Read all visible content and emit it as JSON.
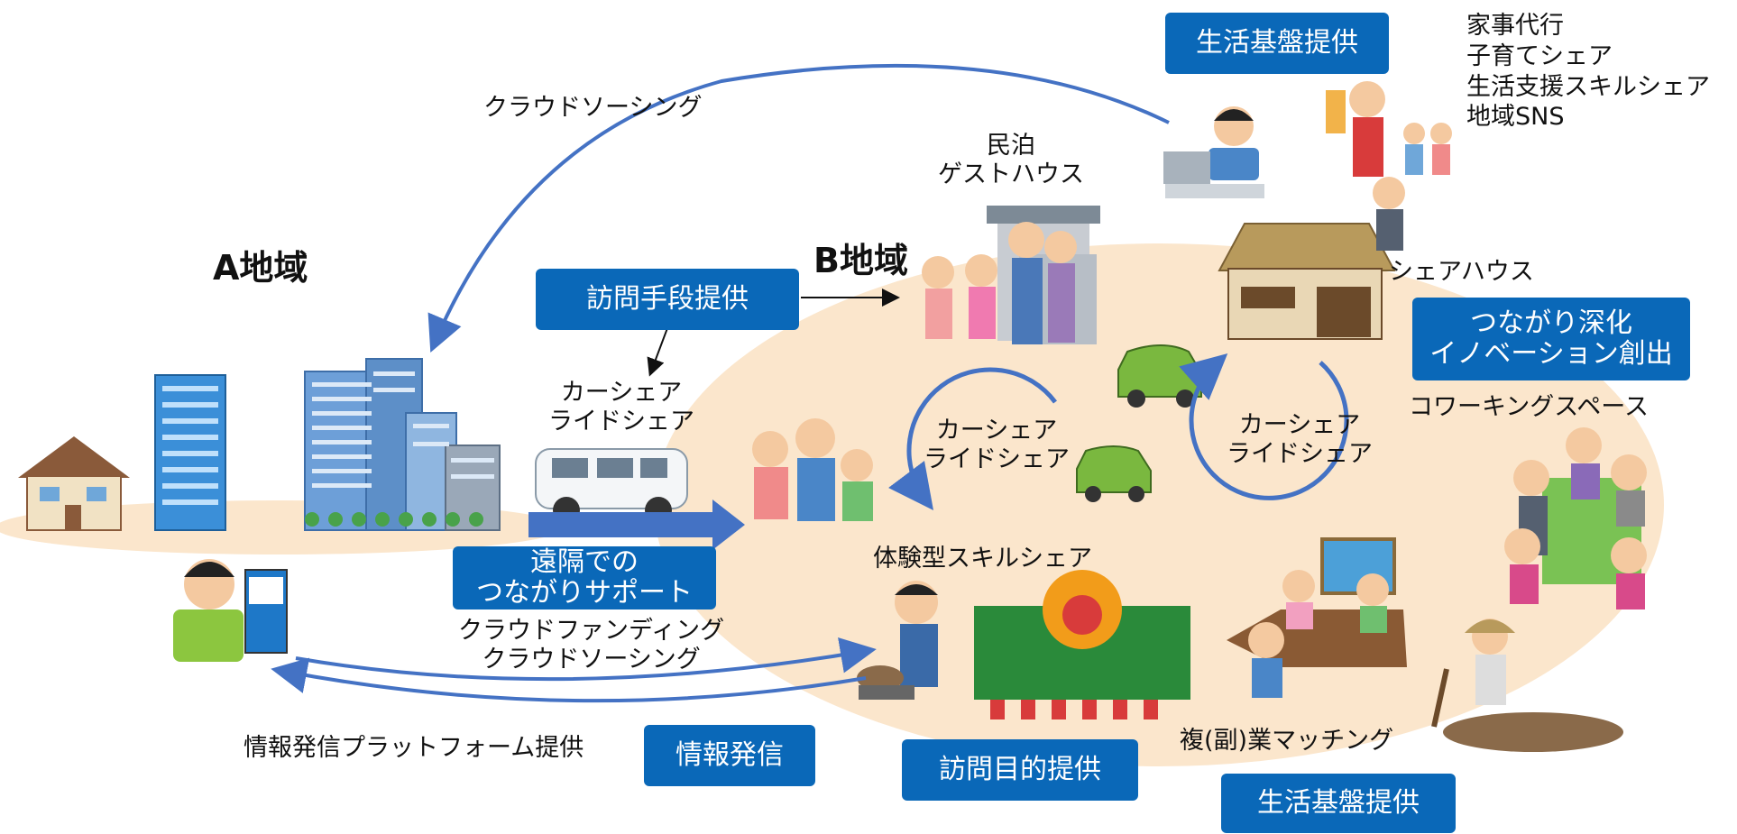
{
  "regions": {
    "a": "A地域",
    "b": "B地域"
  },
  "boxes": {
    "life_base_top": "生活基盤提供",
    "visit_means": "訪問手段提供",
    "connection": "つながり深化\nイノベーション創出",
    "remote_support": "遠隔での\nつながりサポート",
    "info_send": "情報発信",
    "visit_purpose": "訪問目的提供",
    "life_base_bottom": "生活基盤提供"
  },
  "labels": {
    "crowdsourcing_top": "クラウドソーシング",
    "life_services": "家事代行\n子育てシェア\n生活支援スキルシェア\n地域SNS",
    "minpaku": "民泊\nゲストハウス",
    "share_house": "シェアハウス",
    "coworking": "コワーキングスペース",
    "carshare_van": "カーシェア\nライドシェア",
    "carshare_left_cycle": "カーシェア\nライドシェア",
    "carshare_right_cycle": "カーシェア\nライドシェア",
    "experience_skill": "体験型スキルシェア",
    "crowdfunding": "クラウドファンディング\nクラウドソーシング",
    "info_platform": "情報発信プラットフォーム提供",
    "side_job": "複(副)業マッチング"
  },
  "colors": {
    "box_blue": "#0a68b8",
    "arrow_blue": "#4472c4",
    "region_bg": "#fbe6cc"
  }
}
